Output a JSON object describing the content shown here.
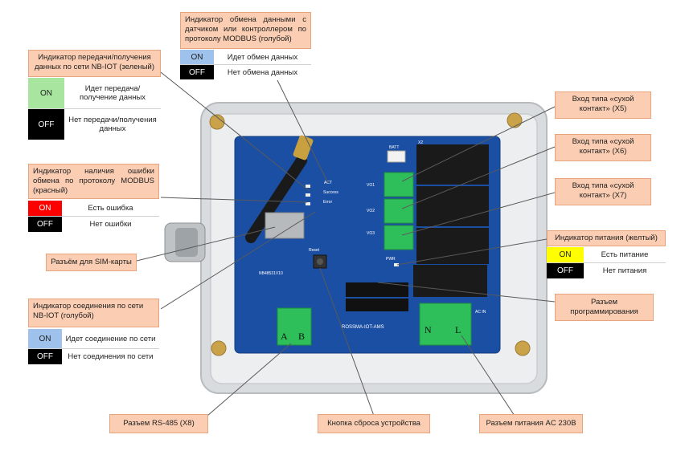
{
  "callouts": {
    "modbus_exchange": {
      "title": "Индикатор обмена данными с датчиком или контроллером по протоколу MODBUS (голубой)",
      "rows": [
        {
          "state": "ON",
          "text": "Идет обмен данных"
        },
        {
          "state": "OFF",
          "text": "Нет обмена данных"
        }
      ]
    },
    "nbiot_tx": {
      "title": "Индикатор передачи/получения данных по сети NB-IOT (зеленый)",
      "rows": [
        {
          "state": "ON",
          "text": "Идет передача/получение данных"
        },
        {
          "state": "OFF",
          "text": "Нет передачи/получения данных"
        }
      ]
    },
    "modbus_error": {
      "title": "Индикатор наличия ошибки обмена по протоколу MODBUS (красный)",
      "rows": [
        {
          "state": "ON",
          "text": "Есть ошибка"
        },
        {
          "state": "OFF",
          "text": "Нет ошибки"
        }
      ]
    },
    "sim_slot": {
      "title": "Разъём для SIM-карты"
    },
    "nbiot_conn": {
      "title": "Индикатор соединения по сети NB-IOT (голубой)",
      "rows": [
        {
          "state": "ON",
          "text": "Идет соединение по сети"
        },
        {
          "state": "OFF",
          "text": "Нет соединения по сети"
        }
      ]
    },
    "x5": {
      "title": "Вход типа «сухой контакт» (X5)"
    },
    "x6": {
      "title": "Вход типа «сухой контакт» (X6)"
    },
    "x7": {
      "title": "Вход типа «сухой контакт» (X7)"
    },
    "power_led": {
      "title": "Индикатор питания (желтый)",
      "rows": [
        {
          "state": "ON",
          "text": "Есть питание"
        },
        {
          "state": "OFF",
          "text": "Нет питания"
        }
      ]
    },
    "prog": {
      "title": "Разъем программирования"
    },
    "rs485": {
      "title": "Разъем RS-485 (X8)"
    },
    "reset": {
      "title": "Кнопка сброса устройства"
    },
    "power_ac": {
      "title": "Разъем питания AC 230В"
    }
  },
  "board": {
    "labels": {
      "act": "ACT",
      "success": "Success",
      "error": "Error",
      "pwr": "PWR",
      "reset": "Reset",
      "model": "ROSSMA-IOT-AMS",
      "nb": "NB48531V10",
      "ac_in": "AC IN",
      "v01": "VO1",
      "v02": "VO2",
      "v03": "VO3",
      "batt": "BATT",
      "x2": "X2",
      "a": "A",
      "b": "B",
      "n": "N",
      "l": "L"
    }
  },
  "colors": {
    "callout_bg": "#fbcdb2",
    "on_green": "#a8e6a0",
    "on_blue": "#9fc2ec",
    "on_red": "#ff0000",
    "on_yellow": "#ffff00",
    "off": "#000000",
    "pcb": "#1b4fa3",
    "terminal": "#2fbf5a"
  }
}
